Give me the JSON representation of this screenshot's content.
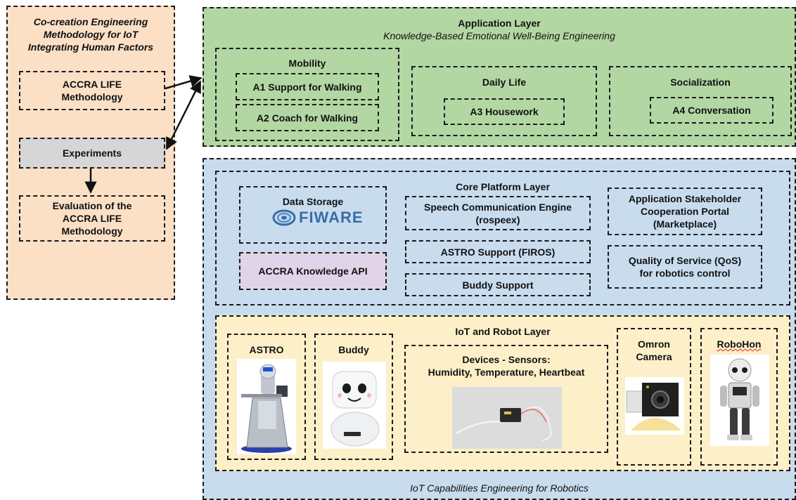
{
  "methodology": {
    "title_line1": "Co-creation Engineering",
    "title_line2": "Methodology for IoT",
    "title_line3": "Integrating Human Factors",
    "accra_line1": "ACCRA LIFE",
    "accra_line2": "Methodology",
    "experiments": "Experiments",
    "eval_line1": "Evaluation of the",
    "eval_line2": "ACCRA LIFE",
    "eval_line3": "Methodology"
  },
  "application": {
    "title": "Application Layer",
    "subtitle": "Knowledge-Based Emotional Well-Being Engineering",
    "mobility": {
      "title": "Mobility",
      "a1": "A1 Support for Walking",
      "a2": "A2 Coach for Walking"
    },
    "daily": {
      "title": "Daily Life",
      "a3": "A3 Housework"
    },
    "social": {
      "title": "Socialization",
      "a4": "A4 Conversation"
    }
  },
  "iot_capabilities": {
    "footer": "IoT Capabilities Engineering for Robotics"
  },
  "core": {
    "title": "Core Platform Layer",
    "data_storage": "Data Storage",
    "fiware_logo": "FIWARE",
    "knowledge_api": "ACCRA Knowledge API",
    "speech_line1": "Speech Communication Engine",
    "speech_line2": "(rospeex)",
    "astro_support": "ASTRO Support (FIROS)",
    "buddy_support": "Buddy Support",
    "portal_line1": "Application Stakeholder",
    "portal_line2": "Cooperation Portal",
    "portal_line3": "(Marketplace)",
    "qos_line1": "Quality of Service (QoS)",
    "qos_line2": "for robotics control"
  },
  "iot": {
    "title": "IoT and Robot Layer",
    "astro": "ASTRO",
    "buddy": "Buddy",
    "devices_line1": "Devices - Sensors:",
    "devices_line2": "Humidity, Temperature, Heartbeat",
    "omron_line1": "Omron",
    "omron_line2": "Camera",
    "robohon": "RoboHon"
  }
}
